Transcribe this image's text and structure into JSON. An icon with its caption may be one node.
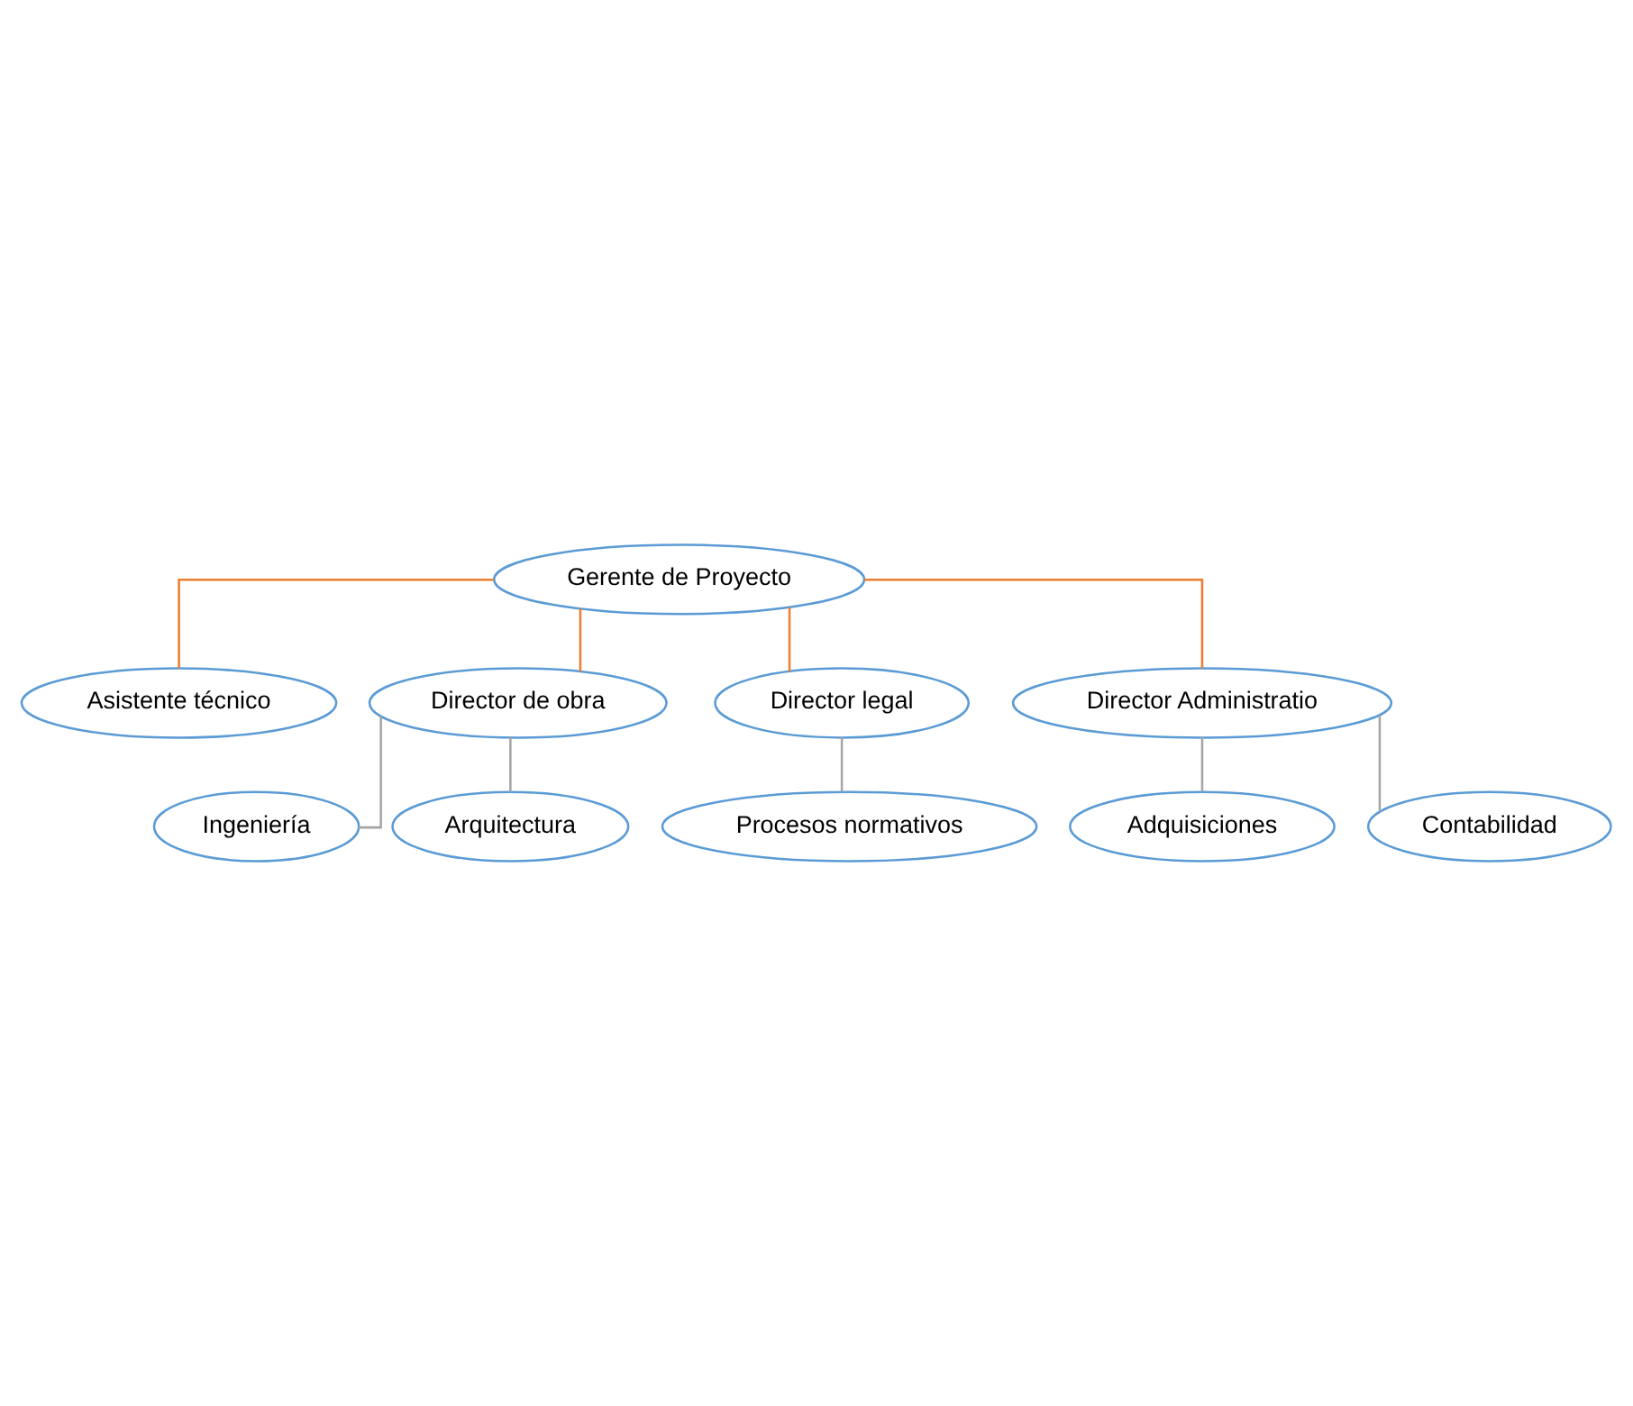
{
  "diagram": {
    "nodes": [
      {
        "text": [
          "Gerente de Proyecto"
        ]
      },
      {
        "text": [
          "Asistente técnico"
        ]
      },
      {
        "text": [
          "Director de obra"
        ]
      },
      {
        "text": [
          "Director legal"
        ]
      },
      {
        "text": [
          "Director Administratio"
        ]
      },
      {
        "text": [
          "Ingeniería"
        ]
      },
      {
        "text": [
          "Arquitectura"
        ]
      },
      {
        "text": [
          "Procesos normativos"
        ]
      },
      {
        "text": [
          "Adquisiciones"
        ]
      },
      {
        "text": [
          "Contabilidad"
        ]
      }
    ],
    "edges": [
      {
        "from": 0,
        "to": 1,
        "arrow": "none",
        "color": "#ed7d31"
      },
      {
        "from": 0,
        "to": 2,
        "arrow": "none",
        "color": "#ed7d31"
      },
      {
        "from": 0,
        "to": 3,
        "arrow": "none",
        "color": "#ed7d31"
      },
      {
        "from": 0,
        "to": 4,
        "arrow": "none",
        "color": "#ed7d31"
      },
      {
        "from": 2,
        "to": 5,
        "arrow": "none"
      },
      {
        "from": 2,
        "to": 6,
        "arrow": "none"
      },
      {
        "from": 3,
        "to": 7,
        "arrow": "none"
      },
      {
        "from": 4,
        "to": 8,
        "arrow": "none"
      },
      {
        "from": 4,
        "to": 9,
        "arrow": "none"
      }
    ]
  }
}
